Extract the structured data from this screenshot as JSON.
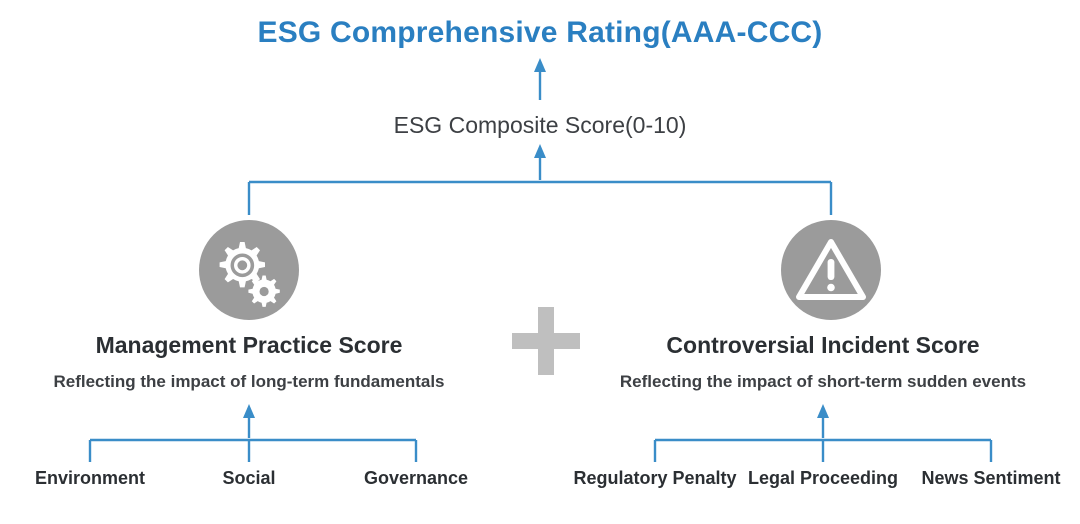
{
  "diagram": {
    "title": "ESG Comprehensive Rating(AAA-CCC)",
    "composite": "ESG Composite Score(0-10)",
    "accent_color": "#2a7fc1",
    "icon_circle_color": "#9b9b9b",
    "plus_color": "#bfbfbf",
    "text_color": "#2b2f33",
    "branches": [
      {
        "icon": "gears-icon",
        "title": "Management Practice Score",
        "subtitle": "Reflecting the impact of long-term fundamentals",
        "leaves": [
          "Environment",
          "Social",
          "Governance"
        ]
      },
      {
        "icon": "warning-triangle-icon",
        "title": "Controversial Incident Score",
        "subtitle": "Reflecting the impact of short-term sudden events",
        "leaves": [
          "Regulatory Penalty",
          "Legal Proceeding",
          "News Sentiment"
        ]
      }
    ],
    "operator": "plus-icon"
  }
}
